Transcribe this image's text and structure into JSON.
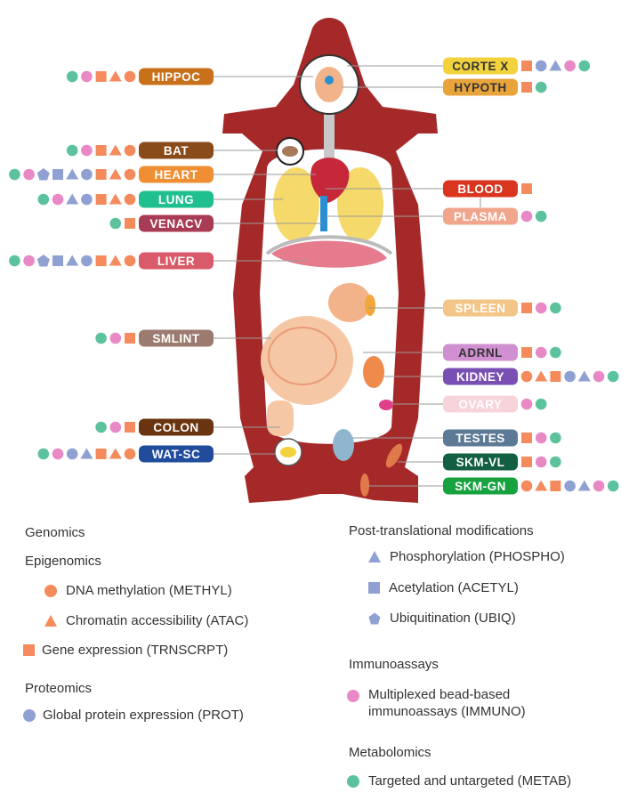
{
  "colors": {
    "methyl": "#f58b5d",
    "atac": "#f58b5d",
    "trnscrpt": "#f58b5d",
    "prot": "#8fa1d3",
    "phospho": "#8fa1d3",
    "acetyl": "#8fa1d3",
    "ubiq": "#8fa1d3",
    "immuno": "#e889c6",
    "metab": "#5cc29d",
    "body": "#a62929",
    "leader": "#9a9a9a"
  },
  "tissues_left": [
    {
      "id": "hippoc",
      "label": "HIPPOC",
      "color": "#c9701a",
      "markers": [
        "metab",
        "immuno",
        "trnscrpt",
        "atac",
        "methyl"
      ]
    },
    {
      "id": "bat",
      "label": "BAT",
      "color": "#8a4b1a",
      "markers": [
        "metab",
        "immuno",
        "trnscrpt",
        "atac",
        "methyl"
      ]
    },
    {
      "id": "heart",
      "label": "HEART",
      "color": "#ef8e33",
      "markers": [
        "metab",
        "immuno",
        "ubiq",
        "acetyl",
        "phospho",
        "prot",
        "trnscrpt",
        "atac",
        "methyl"
      ]
    },
    {
      "id": "lung",
      "label": "LUNG",
      "color": "#1fbf8f",
      "markers": [
        "metab",
        "immuno",
        "phospho",
        "prot",
        "trnscrpt",
        "atac",
        "methyl"
      ]
    },
    {
      "id": "venacv",
      "label": "VENACV",
      "color": "#a83c55",
      "markers": [
        "metab",
        "trnscrpt"
      ]
    },
    {
      "id": "liver",
      "label": "LIVER",
      "color": "#d95a69",
      "markers": [
        "metab",
        "immuno",
        "ubiq",
        "acetyl",
        "phospho",
        "prot",
        "trnscrpt",
        "atac",
        "methyl"
      ]
    },
    {
      "id": "smlint",
      "label": "SMLINT",
      "color": "#9b7b6f",
      "markers": [
        "metab",
        "immuno",
        "trnscrpt"
      ]
    },
    {
      "id": "colon",
      "label": "COLON",
      "color": "#6b3410",
      "markers": [
        "metab",
        "immuno",
        "trnscrpt"
      ]
    },
    {
      "id": "watsc",
      "label": "WAT-SC",
      "color": "#214c9c",
      "markers": [
        "metab",
        "immuno",
        "prot",
        "phospho",
        "trnscrpt",
        "atac",
        "methyl"
      ]
    }
  ],
  "tissues_right": [
    {
      "id": "cortex",
      "label": "CORTE X",
      "color": "#f2d23c",
      "text_color": "#333333",
      "markers": [
        "trnscrpt",
        "prot",
        "phospho",
        "immuno",
        "metab"
      ]
    },
    {
      "id": "hypoth",
      "label": "HYPOTH",
      "color": "#e8a33a",
      "text_color": "#333333",
      "markers": [
        "trnscrpt",
        "metab"
      ]
    },
    {
      "id": "blood",
      "label": "BLOOD",
      "color": "#d9351f",
      "markers": [
        "trnscrpt"
      ]
    },
    {
      "id": "plasma",
      "label": "PLASMA",
      "color": "#f0a58c",
      "markers": [
        "immuno",
        "metab"
      ]
    },
    {
      "id": "spleen",
      "label": "SPLEEN",
      "color": "#f3c587",
      "markers": [
        "trnscrpt",
        "immuno",
        "metab"
      ]
    },
    {
      "id": "adrnl",
      "label": "ADRNL",
      "color": "#cf8fd0",
      "text_color": "#333333",
      "markers": [
        "trnscrpt",
        "immuno",
        "metab"
      ]
    },
    {
      "id": "kidney",
      "label": "KIDNEY",
      "color": "#7a4fb4",
      "markers": [
        "methyl",
        "atac",
        "trnscrpt",
        "prot",
        "phospho",
        "immuno",
        "metab"
      ]
    },
    {
      "id": "ovary",
      "label": "OVARY",
      "color": "#f7d3da",
      "markers": [
        "immuno",
        "metab"
      ]
    },
    {
      "id": "testes",
      "label": "TESTES",
      "color": "#5c7a96",
      "markers": [
        "trnscrpt",
        "immuno",
        "metab"
      ]
    },
    {
      "id": "skmvl",
      "label": "SKM-VL",
      "color": "#135f41",
      "markers": [
        "trnscrpt",
        "immuno",
        "metab"
      ]
    },
    {
      "id": "skmgn",
      "label": "SKM-GN",
      "color": "#17a23f",
      "markers": [
        "methyl",
        "atac",
        "trnscrpt",
        "prot",
        "phospho",
        "immuno",
        "metab"
      ]
    }
  ],
  "legend": {
    "genomics": "Genomics",
    "epigenomics": "Epigenomics",
    "methyl": "DNA methylation (METHYL)",
    "atac": "Chromatin accessibility (ATAC)",
    "trnscrpt": "Gene expression (TRNSCRPT)",
    "proteomics": "Proteomics",
    "prot": "Global protein expression (PROT)",
    "ptm": "Post-translational modifications",
    "phospho": "Phosphorylation (PHOSPHO)",
    "acetyl": "Acetylation (ACETYL)",
    "ubiq": "Ubiquitination (UBIQ)",
    "immunoassays": "Immunoassays",
    "immuno_line1": "Multiplexed bead-based",
    "immuno_line2": "immunoassays (IMMUNO)",
    "metabolomics": "Metabolomics",
    "metab": "Targeted and untargeted (METAB)"
  }
}
